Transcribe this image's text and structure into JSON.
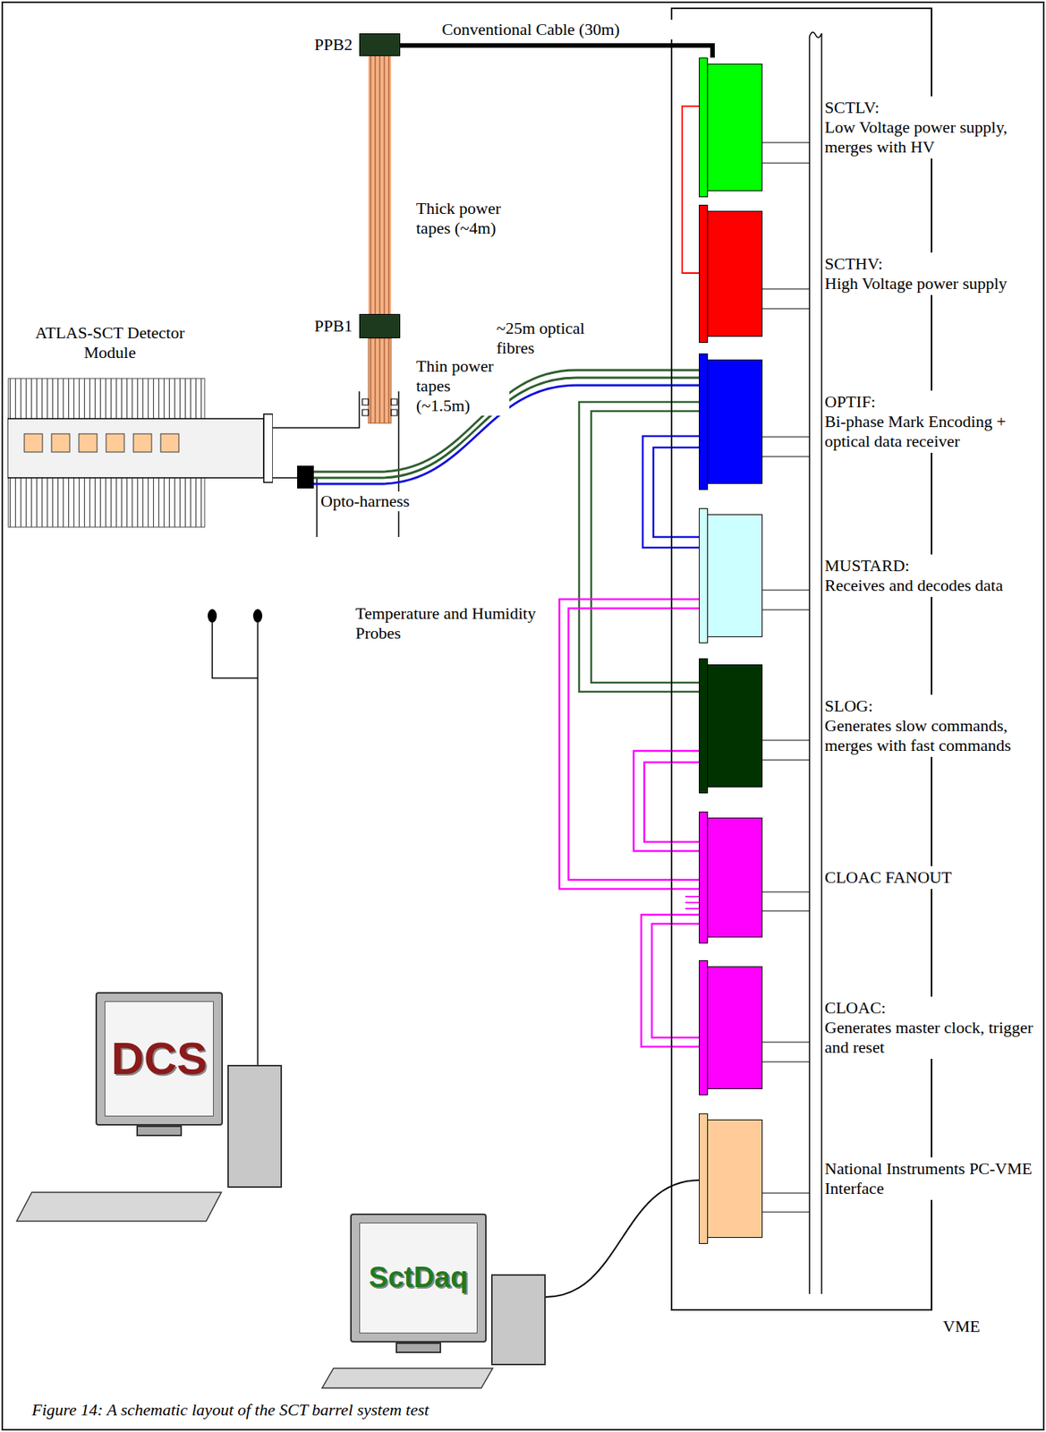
{
  "diagram": {
    "caption": "Figure 14: A schematic layout of the SCT barrel system test",
    "nodes": [
      {
        "text": [
          "VME"
        ]
      },
      {
        "text": [
          "SCTLV:",
          "Low Voltage power supply, merges with HV"
        ],
        "in": 0
      },
      {
        "text": [
          "SCTHV:",
          "High Voltage power supply"
        ],
        "in": 0
      },
      {
        "text": [
          "OPTIF:",
          "Bi-phase Mark Encoding + optical data receiver"
        ],
        "in": 0
      },
      {
        "text": [
          "MUSTARD:",
          "Receives and decodes data"
        ],
        "in": 0
      },
      {
        "text": [
          "SLOG:",
          "Generates slow commands, merges with fast commands"
        ],
        "in": 0
      },
      {
        "text": [
          "CLOAC FANOUT"
        ],
        "in": 0
      },
      {
        "text": [
          "CLOAC:",
          "Generates master clock, trigger and reset"
        ],
        "in": 0
      },
      {
        "text": [
          "National Instruments PC-VME Interface"
        ],
        "in": 0
      },
      {
        "text": [
          "PPB2"
        ]
      },
      {
        "text": [
          "PPB1"
        ]
      },
      {
        "text": [
          "ATLAS-SCT Detector Module"
        ]
      },
      {
        "text": [
          "Opto-harness"
        ]
      },
      {
        "text": [
          "DCS"
        ]
      },
      {
        "text": [
          "SctDaq"
        ]
      }
    ],
    "edges": [
      {
        "from": 9,
        "to": 1,
        "arrow": "none",
        "label": "Conventional Cable (30m)"
      },
      {
        "from": 1,
        "to": 2,
        "arrow": "none"
      },
      {
        "from": 10,
        "to": 9,
        "arrow": "none",
        "label": "Thick power tapes (~4m)"
      },
      {
        "from": 12,
        "to": 3,
        "arrow": "none",
        "label": "~25m optical fibres"
      },
      {
        "from": 12,
        "to": 3,
        "arrow": "none"
      },
      {
        "from": 12,
        "to": 3,
        "arrow": "none"
      },
      {
        "from": 3,
        "to": 5,
        "arrow": "none"
      },
      {
        "from": 3,
        "to": 4,
        "arrow": "none"
      },
      {
        "from": 4,
        "to": 6,
        "arrow": "none"
      },
      {
        "from": 5,
        "to": 6,
        "arrow": "none"
      },
      {
        "from": 6,
        "to": 7,
        "arrow": "none"
      },
      {
        "from": 14,
        "to": 8,
        "arrow": "none"
      }
    ],
    "labels": [
      "Thin power tapes (~1.5m)",
      "Temperature and Humidity Probes"
    ]
  }
}
